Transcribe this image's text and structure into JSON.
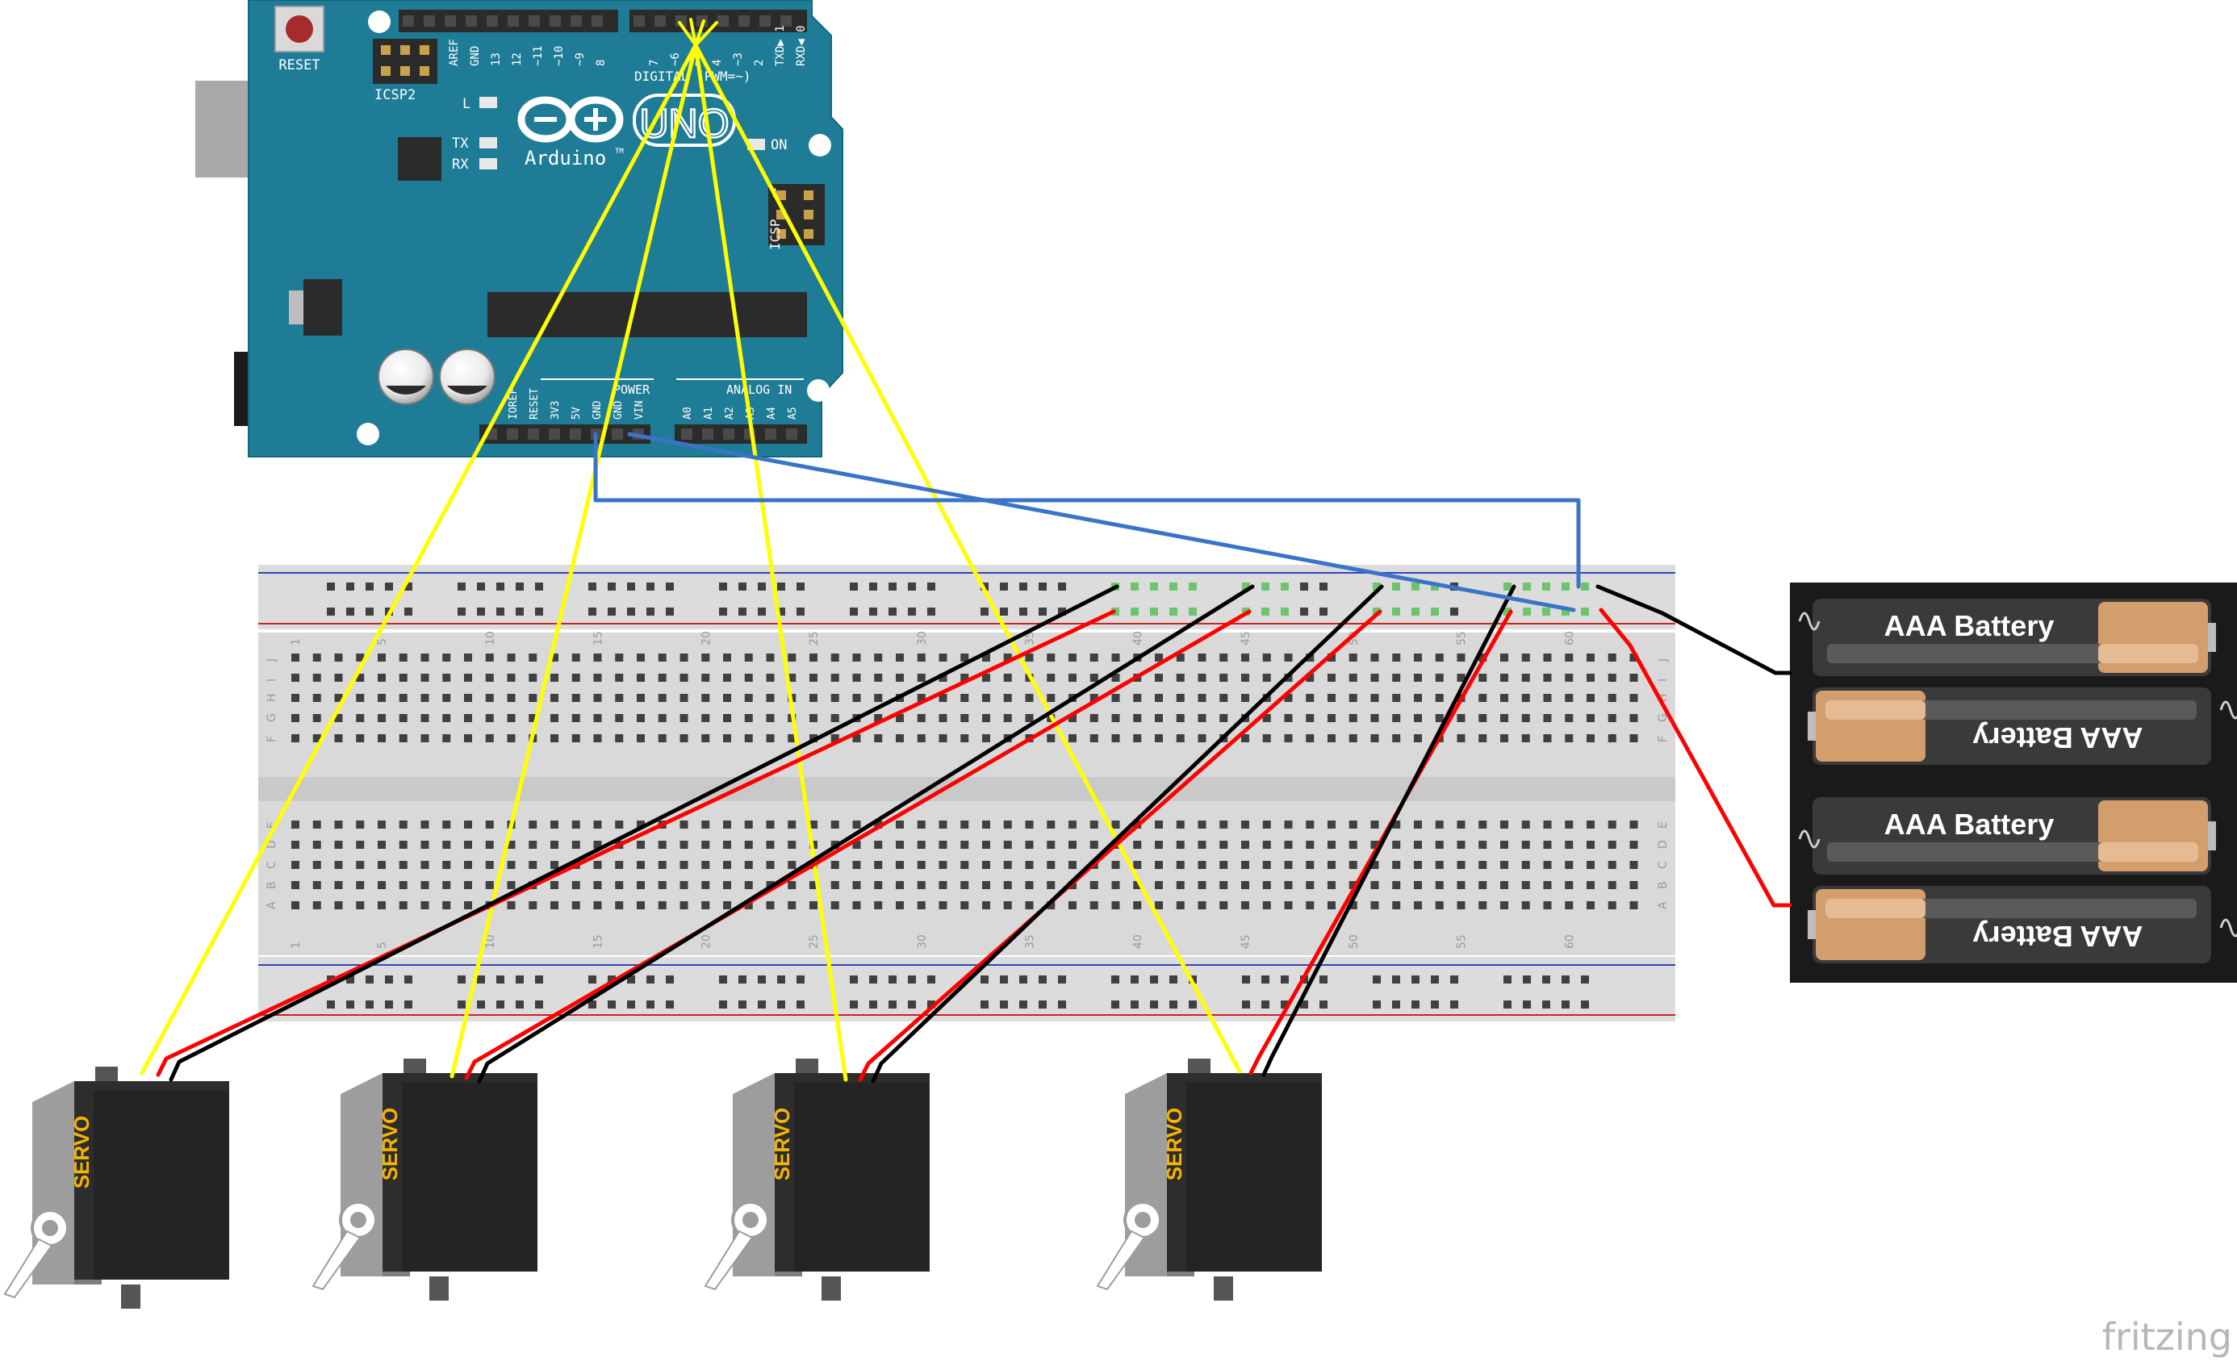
{
  "arduino": {
    "reset_label": "RESET",
    "icsp2_label": "ICSP2",
    "icsp_label": "ICSP",
    "led_l": "L",
    "led_tx": "TX",
    "led_rx": "RX",
    "led_on": "ON",
    "brand": "Arduino",
    "trademark": "TM",
    "model": "UNO",
    "digital_header": "DIGITAL (PWM=~)",
    "power_header": "POWER",
    "analog_header": "ANALOG IN",
    "digital_pins": [
      "AREF",
      "GND",
      "13",
      "12",
      "~11",
      "~10",
      "~9",
      "8",
      "7",
      "~6",
      "~5",
      "4",
      "~3",
      "2",
      "TXD▶ 1",
      "RXD◀ 0"
    ],
    "power_pins": [
      "IOREF",
      "RESET",
      "3V3",
      "5V",
      "GND",
      "GND",
      "VIN"
    ],
    "analog_pins": [
      "A0",
      "A1",
      "A2",
      "A3",
      "A4",
      "A5"
    ],
    "pin1_mark": "1"
  },
  "breadboard": {
    "top_numbers": [
      "1",
      "5",
      "10",
      "15",
      "20",
      "25",
      "30",
      "35",
      "40",
      "45",
      "50",
      "55",
      "60"
    ],
    "bottom_numbers": [
      "1",
      "5",
      "10",
      "15",
      "20",
      "25",
      "30",
      "35",
      "40",
      "45",
      "50",
      "55",
      "60"
    ],
    "row_letters_top": [
      "J",
      "I",
      "H",
      "G",
      "F"
    ],
    "row_letters_bottom": [
      "E",
      "D",
      "C",
      "B",
      "A"
    ]
  },
  "battery": {
    "cells": [
      "AAA Battery",
      "AAA Battery",
      "AAA Battery",
      "AAA Battery"
    ]
  },
  "servos": [
    {
      "label": "SERVO"
    },
    {
      "label": "SERVO"
    },
    {
      "label": "SERVO"
    },
    {
      "label": "SERVO"
    }
  ],
  "watermark": "fritzing",
  "colors": {
    "arduino_board": "#1f7c97",
    "signal_wire": "#ffff00",
    "power_wire": "#ff0000",
    "ground_wire": "#000000",
    "common_ground_wire": "#3a74c7",
    "breadboard": "#d9d9d9",
    "servo_body": "#2d2d2d",
    "servo_label": "#f5b400",
    "battery_copper": "#d49d6c"
  }
}
